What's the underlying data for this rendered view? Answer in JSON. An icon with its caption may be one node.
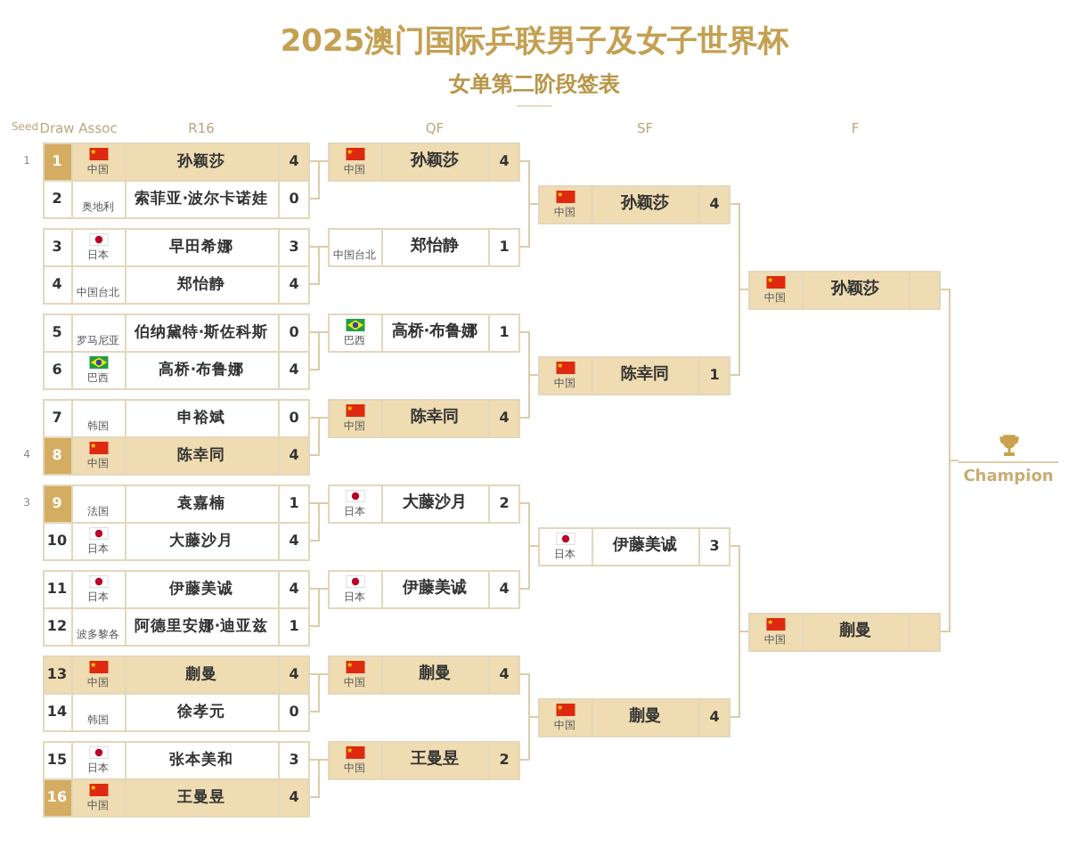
{
  "diagram": {
    "title": "2025澳门国际乒联男子及女子世界杯",
    "nodes": [
      {
        "text": [
          "1",
          "中国",
          "孙颖莎",
          "4"
        ],
        "beside": [
          "1"
        ]
      },
      {
        "text": [
          "2",
          "奥地利",
          "索菲亚·波尔卡诺娃",
          "0"
        ]
      },
      {
        "text": [
          "3",
          "日本",
          "早田希娜",
          "3"
        ]
      },
      {
        "text": [
          "4",
          "中国台北",
          "郑怡静",
          "4"
        ]
      },
      {
        "text": [
          "5",
          "罗马尼亚",
          "伯纳黛特·斯佐科斯",
          "0"
        ]
      },
      {
        "text": [
          "6",
          "巴西",
          "高桥·布鲁娜",
          "4"
        ]
      },
      {
        "text": [
          "7",
          "韩国",
          "申裕斌",
          "0"
        ]
      },
      {
        "text": [
          "8",
          "中国",
          "陈幸同",
          "4"
        ],
        "beside": [
          "4"
        ]
      },
      {
        "text": [
          "9",
          "法国",
          "袁嘉楠",
          "1"
        ],
        "beside": [
          "3"
        ]
      },
      {
        "text": [
          "10",
          "日本",
          "大藤沙月",
          "4"
        ]
      },
      {
        "text": [
          "11",
          "日本",
          "伊藤美诚",
          "4"
        ]
      },
      {
        "text": [
          "12",
          "波多黎各",
          "阿德里安娜·迪亚兹",
          "1"
        ]
      },
      {
        "text": [
          "13",
          "中国",
          "蒯曼",
          "4"
        ]
      },
      {
        "text": [
          "14",
          "韩国",
          "徐孝元",
          "0"
        ]
      },
      {
        "text": [
          "15",
          "日本",
          "张本美和",
          "3"
        ]
      },
      {
        "text": [
          "16",
          "中国",
          "王曼昱",
          "4"
        ]
      },
      {
        "text": [
          "中国",
          "孙颖莎",
          "4"
        ]
      },
      {
        "text": [
          "中国台北",
          "郑怡静",
          "1"
        ]
      },
      {
        "text": [
          "巴西",
          "高桥·布鲁娜",
          "1"
        ]
      },
      {
        "text": [
          "中国",
          "陈幸同",
          "4"
        ]
      },
      {
        "text": [
          "日本",
          "大藤沙月",
          "2"
        ]
      },
      {
        "text": [
          "日本",
          "伊藤美诚",
          "4"
        ]
      },
      {
        "text": [
          "中国",
          "蒯曼",
          "4"
        ]
      },
      {
        "text": [
          "中国",
          "王曼昱",
          "2"
        ]
      },
      {
        "text": [
          "中国",
          "孙颖莎",
          "4"
        ]
      },
      {
        "text": [
          "中国",
          "陈幸同",
          "1"
        ]
      },
      {
        "text": [
          "日本",
          "伊藤美诚",
          "3"
        ]
      },
      {
        "text": [
          "中国",
          "蒯曼",
          "4"
        ]
      },
      {
        "text": [
          "中国",
          "孙颖莎"
        ]
      },
      {
        "text": [
          "中国",
          "蒯曼"
        ]
      },
      {
        "text": [
          "Champion"
        ]
      }
    ],
    "edges": [
      {
        "from": 0,
        "to": 16,
        "arrow": "none"
      },
      {
        "from": 1,
        "to": 16,
        "arrow": "none"
      },
      {
        "from": 2,
        "to": 17,
        "arrow": "none"
      },
      {
        "from": 3,
        "to": 17,
        "arrow": "none"
      },
      {
        "from": 4,
        "to": 18,
        "arrow": "none"
      },
      {
        "from": 5,
        "to": 18,
        "arrow": "none"
      },
      {
        "from": 6,
        "to": 19,
        "arrow": "none"
      },
      {
        "from": 7,
        "to": 19,
        "arrow": "none"
      },
      {
        "from": 8,
        "to": 20,
        "arrow": "none"
      },
      {
        "from": 9,
        "to": 20,
        "arrow": "none"
      },
      {
        "from": 10,
        "to": 21,
        "arrow": "none"
      },
      {
        "from": 11,
        "to": 21,
        "arrow": "none"
      },
      {
        "from": 12,
        "to": 22,
        "arrow": "none"
      },
      {
        "from": 13,
        "to": 22,
        "arrow": "none"
      },
      {
        "from": 14,
        "to": 23,
        "arrow": "none"
      },
      {
        "from": 15,
        "to": 23,
        "arrow": "none"
      },
      {
        "from": 16,
        "to": 24,
        "arrow": "none"
      },
      {
        "from": 17,
        "to": 24,
        "arrow": "none"
      },
      {
        "from": 18,
        "to": 25,
        "arrow": "none"
      },
      {
        "from": 19,
        "to": 25,
        "arrow": "none"
      },
      {
        "from": 20,
        "to": 26,
        "arrow": "none"
      },
      {
        "from": 21,
        "to": 26,
        "arrow": "none"
      },
      {
        "from": 22,
        "to": 27,
        "arrow": "none"
      },
      {
        "from": 23,
        "to": 27,
        "arrow": "none"
      },
      {
        "from": 24,
        "to": 28,
        "arrow": "none"
      },
      {
        "from": 25,
        "to": 28,
        "arrow": "none"
      },
      {
        "from": 26,
        "to": 29,
        "arrow": "none"
      },
      {
        "from": 27,
        "to": 29,
        "arrow": "none"
      },
      {
        "from": 28,
        "to": 30,
        "arrow": "none"
      },
      {
        "from": 29,
        "to": 30,
        "arrow": "none"
      }
    ],
    "labels": [
      "女单第二阶段签表",
      "Seed",
      "Draw",
      "Assoc",
      "R16",
      "QF",
      "SF",
      "F"
    ]
  }
}
